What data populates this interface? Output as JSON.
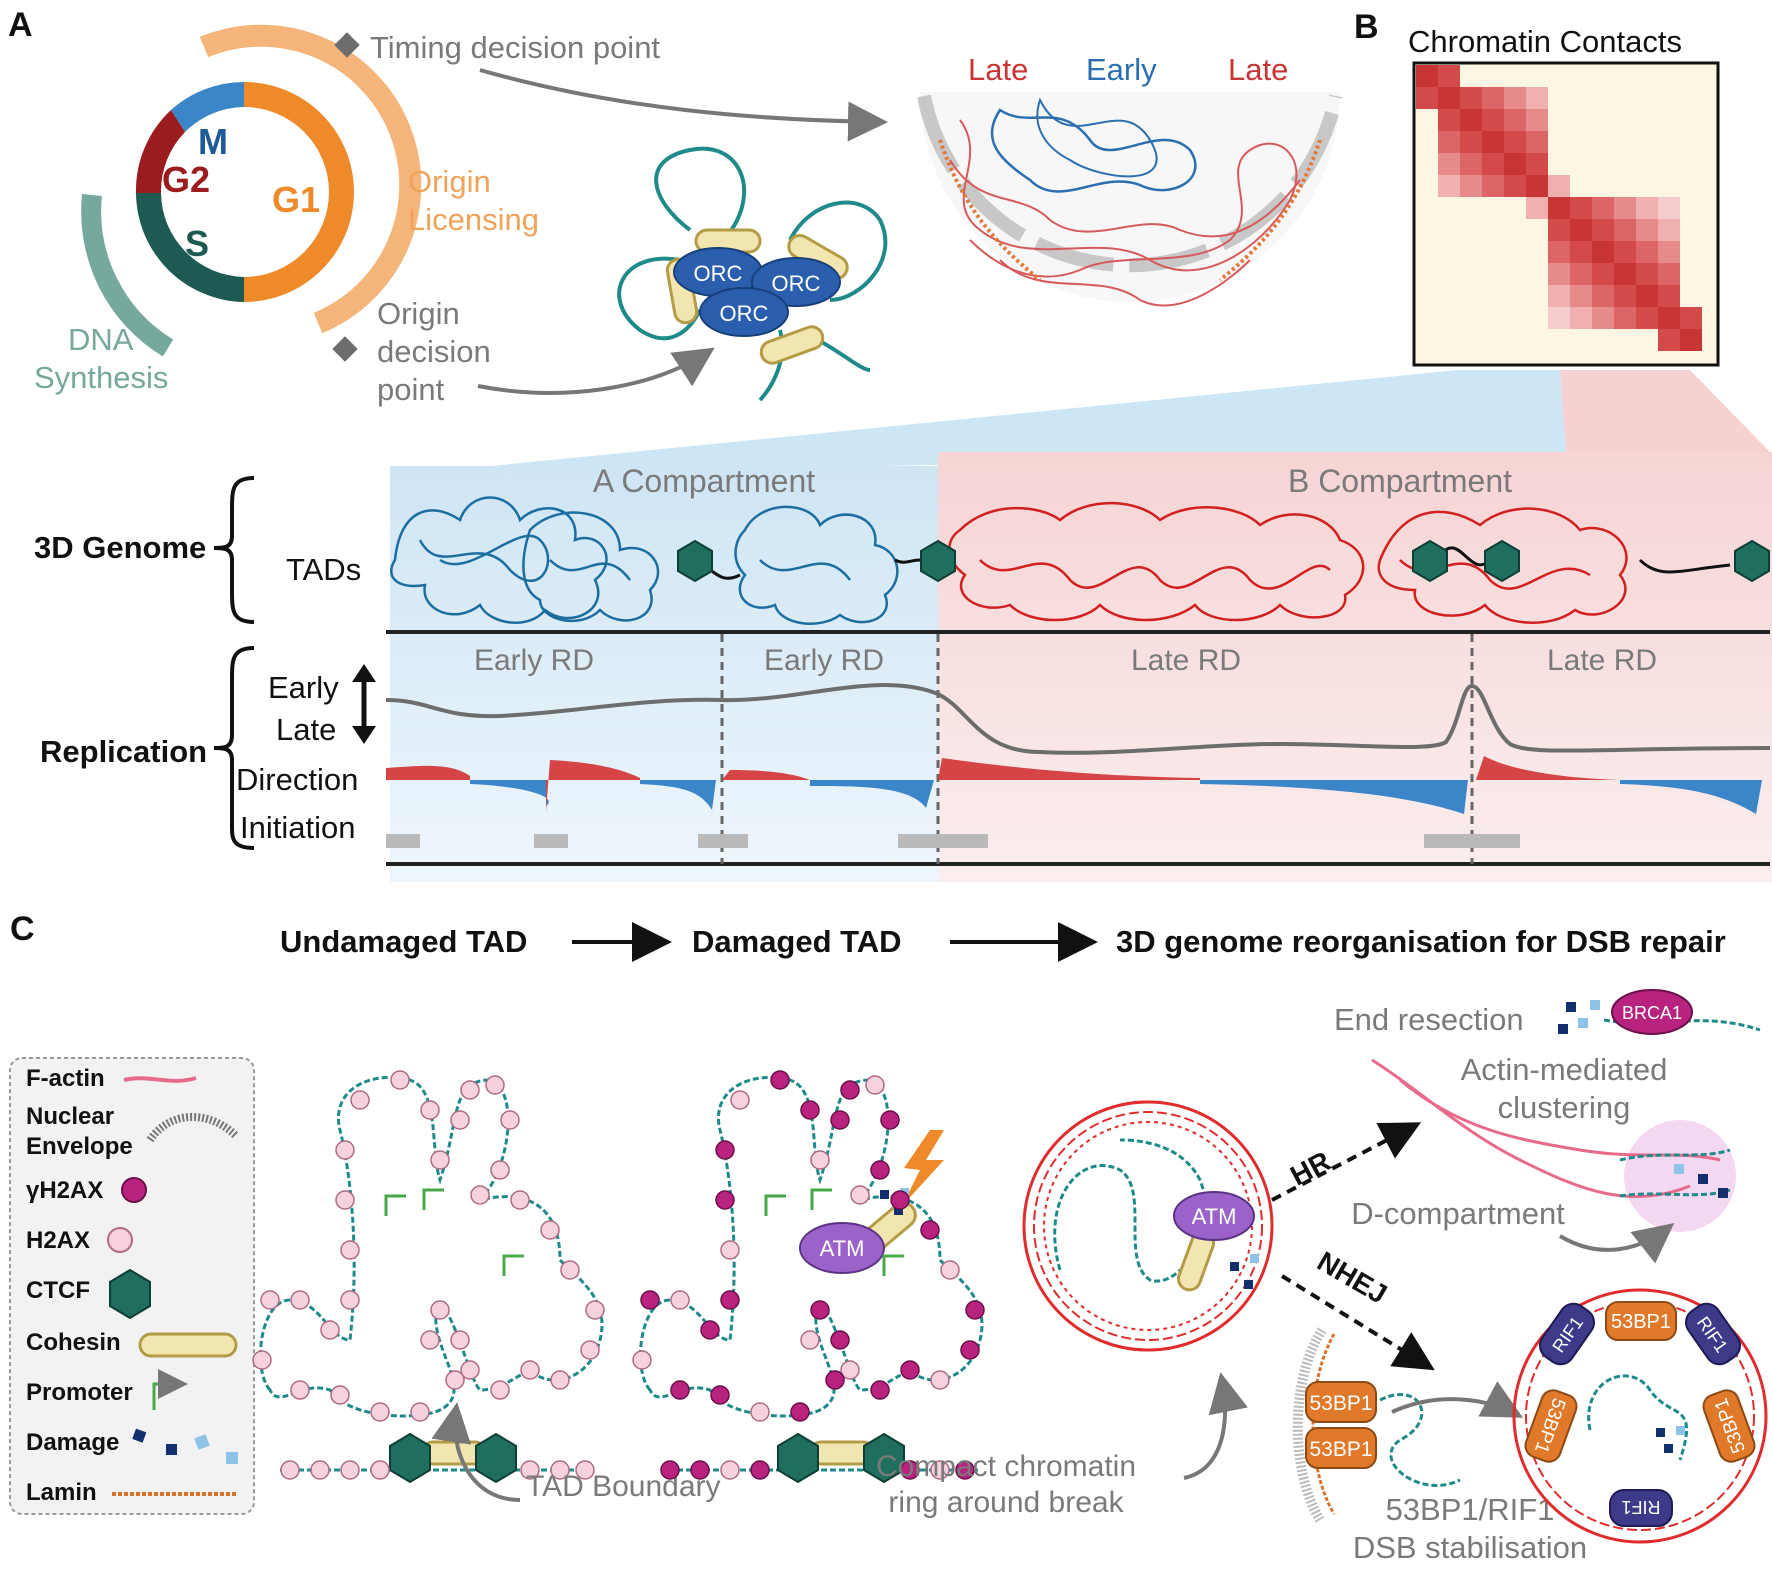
{
  "panels": {
    "a": "A",
    "b": "B",
    "c": "C"
  },
  "cycle": {
    "phases": {
      "m": "M",
      "g2": "G2",
      "g1": "G1",
      "s": "S"
    },
    "dna_synthesis": [
      "DNA",
      "Synthesis"
    ],
    "origin_licensing": [
      "Origin",
      "Licensing"
    ],
    "timing_decision": "Timing decision point",
    "origin_decision": [
      "Origin",
      "decision",
      "point"
    ],
    "orc": "ORC"
  },
  "nucleus": {
    "late_left": "Late",
    "early": "Early",
    "late_right": "Late"
  },
  "contacts": {
    "title": "Chromatin Contacts"
  },
  "genome": {
    "a_compartment": "A Compartment",
    "b_compartment": "B Compartment",
    "three_d_genome": "3D Genome",
    "tads": "TADs",
    "replication": "Replication",
    "early": "Early",
    "late": "Late",
    "direction": "Direction",
    "initiation": "Initiation",
    "domains": [
      "Early RD",
      "Early RD",
      "Late RD",
      "Late RD"
    ]
  },
  "repair": {
    "undamaged": "Undamaged TAD",
    "damaged": "Damaged TAD",
    "reorg": "3D genome reorganisation for DSB repair",
    "end_resection": "End resection",
    "brca1": "BRCA1",
    "actin_clustering": [
      "Actin-mediated",
      "clustering"
    ],
    "hr": "HR",
    "nhej": "NHEJ",
    "d_compartment": "D-compartment",
    "atm": "ATM",
    "bp53": "53BP1",
    "rif1": "RIF1",
    "tad_boundary": "TAD Boundary",
    "compact_ring": [
      "Compact chromatin",
      "ring around break"
    ],
    "stabilisation": [
      "53BP1/RIF1",
      "DSB stabilisation"
    ]
  },
  "legend": {
    "f_actin": "F-actin",
    "nuclear_envelope": [
      "Nuclear",
      "Envelope"
    ],
    "gh2ax": "γH2AX",
    "h2ax": "H2AX",
    "ctcf": "CTCF",
    "cohesin": "Cohesin",
    "promoter": "Promoter",
    "damage": "Damage",
    "lamin": "Lamin"
  },
  "colors": {
    "g1": "#ee8a2a",
    "g2": "#9b1c1f",
    "s": "#1c5a52",
    "m": "#3a86c8",
    "licensing": "#f5b57a",
    "synthesis": "#77a89d",
    "early_blue": "#2b6fb0",
    "late_red": "#c73535",
    "a_bg": "#d9ebf7",
    "b_bg": "#f8dede",
    "teal": "#1f8a8a",
    "ctcf": "#1f6e5e",
    "cohesin": "#f2e6b0",
    "h2ax": "#f6d2de",
    "gh2ax": "#b8237f"
  }
}
